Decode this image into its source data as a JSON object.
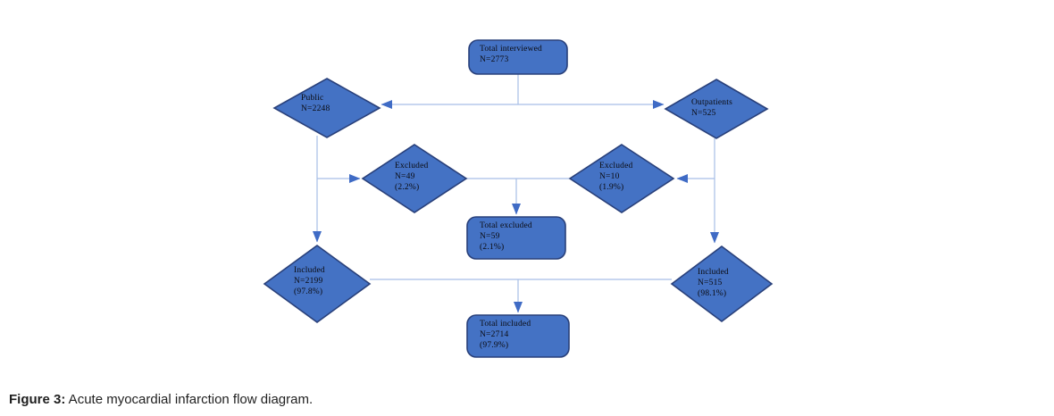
{
  "figure": {
    "caption": {
      "label": "Figure 3:",
      "text": " Acute myocardial infarction flow diagram."
    }
  },
  "nodes": {
    "total_interviewed": "Total interviewed\nN=2773",
    "public": "Public\nN=2248",
    "outpatients": "Outpatients\nN=525",
    "excluded_public": "Excluded\nN=49\n(2.2%)",
    "excluded_outpatients": "Excluded\nN=10\n(1.9%)",
    "total_excluded": "Total excluded\nN=59\n(2.1%)",
    "included_public": "Included\nN=2199\n(97.8%)",
    "included_outpatients": "Included\nN=515\n(98.1%)",
    "total_included": "Total included\nN=2714\n(97.9%)"
  },
  "colors": {
    "node_fill": "#4472C4",
    "node_border": "#29407A",
    "connector_line": "#A7BEE6",
    "arrow_fill": "#3F6BC5",
    "node_text": "#0B0B10",
    "caption_text": "#1F1F1F"
  }
}
